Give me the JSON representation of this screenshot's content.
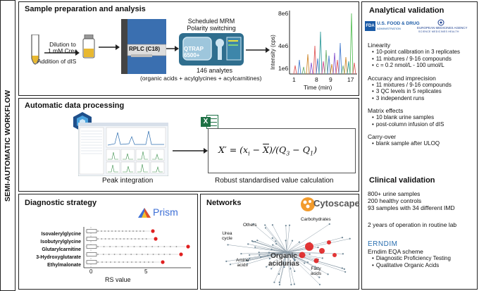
{
  "side_label": "SEMI-AUTOMATIC WORKFLOW",
  "sample_prep": {
    "title": "Sample preparation and analysis",
    "dilution_label": "Dilution to\n1 mM Crea",
    "dis_label": "Addition of dIS",
    "column_label": "RPLC (C18)",
    "instrument_label": "QTRAP\n6500+",
    "mrm_label": "Scheduled MRM\nPolarity switching",
    "analytes_label": "146 analytes",
    "analytes_detail": "(organic acids + acylglycines + acylcarnitines)"
  },
  "chromatogram": {
    "ylabel": "Intensity (cps)",
    "xlabel": "Time (min)",
    "yticks": [
      "8e6",
      "4e6",
      "1e6"
    ],
    "xticks": [
      "1",
      "8",
      "9",
      "17"
    ]
  },
  "data_processing": {
    "title": "Automatic data processing",
    "peak_label": "Peak integration",
    "robust_label": "Robust standardised value calculation",
    "excel_letter": "X"
  },
  "diagnostic": {
    "title": "Diagnostic strategy",
    "prism_label": "Prism",
    "xlabel": "RS value",
    "compounds": [
      "Isovalerylglycine",
      "Isobutyrylglycine",
      "Glutarylcarnitine",
      "3-Hydroxyglutarate",
      "Ethylmalonate"
    ],
    "xticks": [
      "0",
      "5"
    ]
  },
  "networks": {
    "title": "Networks",
    "cytoscape_label": "Cytoscape",
    "center_label": "Organic\nacidurias",
    "node_labels": [
      "Others",
      "Urea\ncycle",
      "Amino\nacids",
      "Carbohydrates",
      "Fatty\nacids"
    ]
  },
  "analytical": {
    "title": "Analytical validation",
    "fda_badge": "FDA",
    "fda_label": "U.S. FOOD & DRUG",
    "fda_sub": "ADMINISTRATION",
    "ema_label": "EUROPEAN MEDICINES AGENCY",
    "ema_sub": "SCIENCE   MEDICINES   HEALTH",
    "sections": [
      {
        "heading": "Linearity",
        "items": [
          "10-point calibration in 3 replicates",
          "11 mixtures / 9-16 compounds",
          "c = 0.2 nmol/L - 100 umol/L"
        ]
      },
      {
        "heading": "Accuracy and imprecision",
        "items": [
          "11 mixtures / 9-16 compounds",
          "3 QC levels in 5 replicates",
          "3 independent runs"
        ]
      },
      {
        "heading": "Matrix effects",
        "items": [
          "10 blank urine samples",
          "post-column infusion of dIS"
        ]
      },
      {
        "heading": "Carry-over",
        "items": [
          "blank sample after ULOQ"
        ]
      }
    ]
  },
  "clinical": {
    "title": "Clinical validation",
    "lines": [
      "800+ urine samples",
      "200 healthy controls",
      "93 samples with 34 different IMD"
    ],
    "routine": "2 years of operation in routine lab",
    "erndim_logo": "ERNDIM",
    "erndim_label": "Erndim EQA scheme",
    "erndim_items": [
      "Diagnostic Proficiency Testing",
      "Qualitative Organic Acids"
    ]
  },
  "colors": {
    "crea_yellow": "#e8b830",
    "instrument_blue": "#3a6fb0",
    "qtrap_teal": "#2f6e8e",
    "excel_green": "#1e7145",
    "prism_blue": "#3d6fd6",
    "cyto_orange": "#f29b2c",
    "dot_red": "#e02020",
    "fda_blue": "#1a5aa6",
    "ema_blue": "#1c3f8f"
  }
}
